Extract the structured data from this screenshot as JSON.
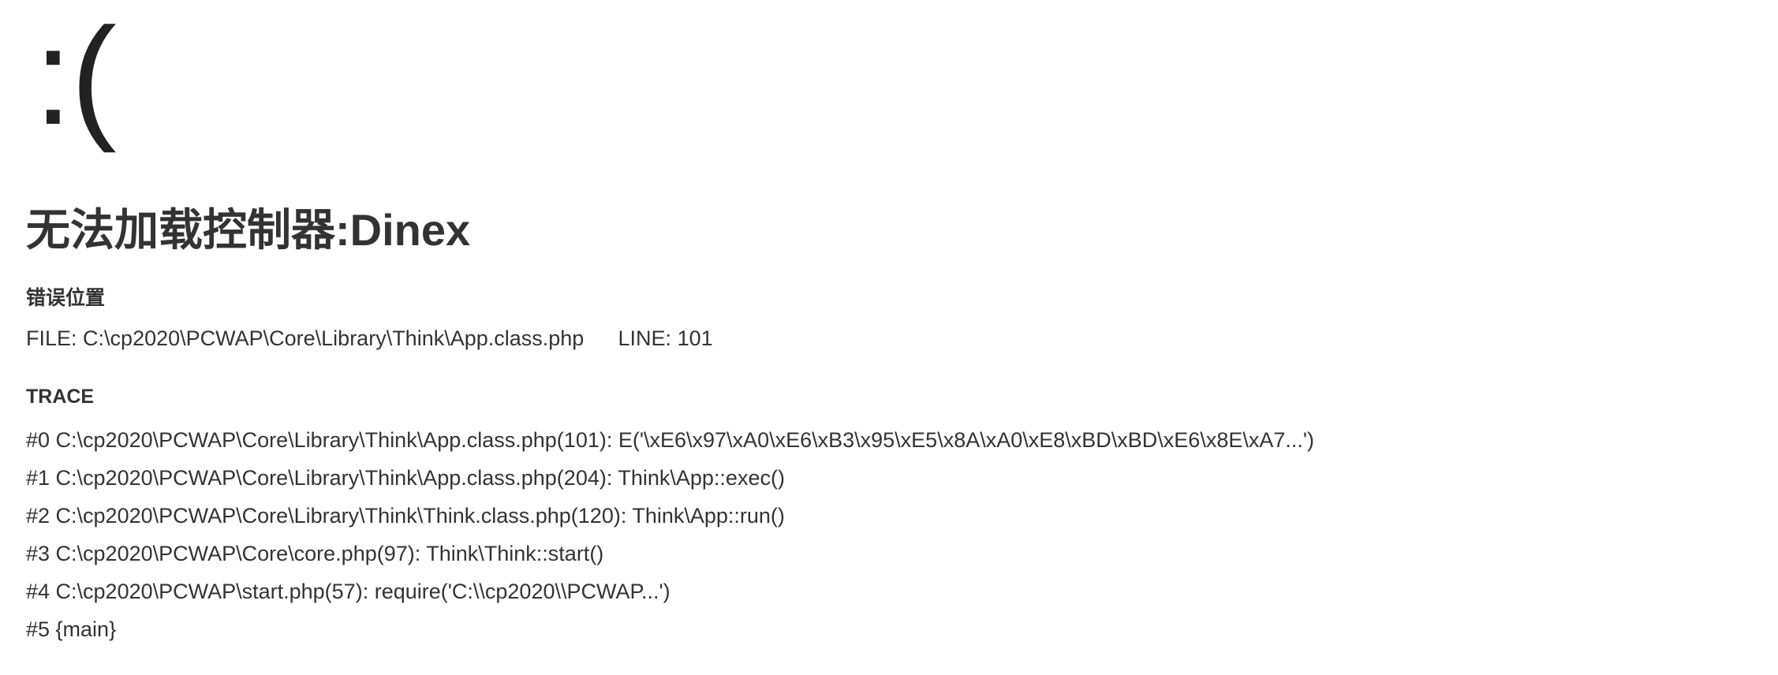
{
  "theme": {
    "background": "#ffffff",
    "text_color": "#333333",
    "emoticon_color": "#222222"
  },
  "error": {
    "emoticon": ":(",
    "title": "无法加载控制器:Dinex"
  },
  "location": {
    "heading": "错误位置",
    "file_label": "FILE:",
    "file_path": "C:\\cp2020\\PCWAP\\Core\\Library\\Think\\App.class.php",
    "line_label": "LINE:",
    "line_number": "101"
  },
  "trace": {
    "heading": "TRACE",
    "lines": [
      "#0 C:\\cp2020\\PCWAP\\Core\\Library\\Think\\App.class.php(101): E('\\xE6\\x97\\xA0\\xE6\\xB3\\x95\\xE5\\x8A\\xA0\\xE8\\xBD\\xBD\\xE6\\x8E\\xA7...')",
      "#1 C:\\cp2020\\PCWAP\\Core\\Library\\Think\\App.class.php(204): Think\\App::exec()",
      "#2 C:\\cp2020\\PCWAP\\Core\\Library\\Think\\Think.class.php(120): Think\\App::run()",
      "#3 C:\\cp2020\\PCWAP\\Core\\core.php(97): Think\\Think::start()",
      "#4 C:\\cp2020\\PCWAP\\start.php(57): require('C:\\\\cp2020\\\\PCWAP...')",
      "#5 {main}"
    ]
  }
}
